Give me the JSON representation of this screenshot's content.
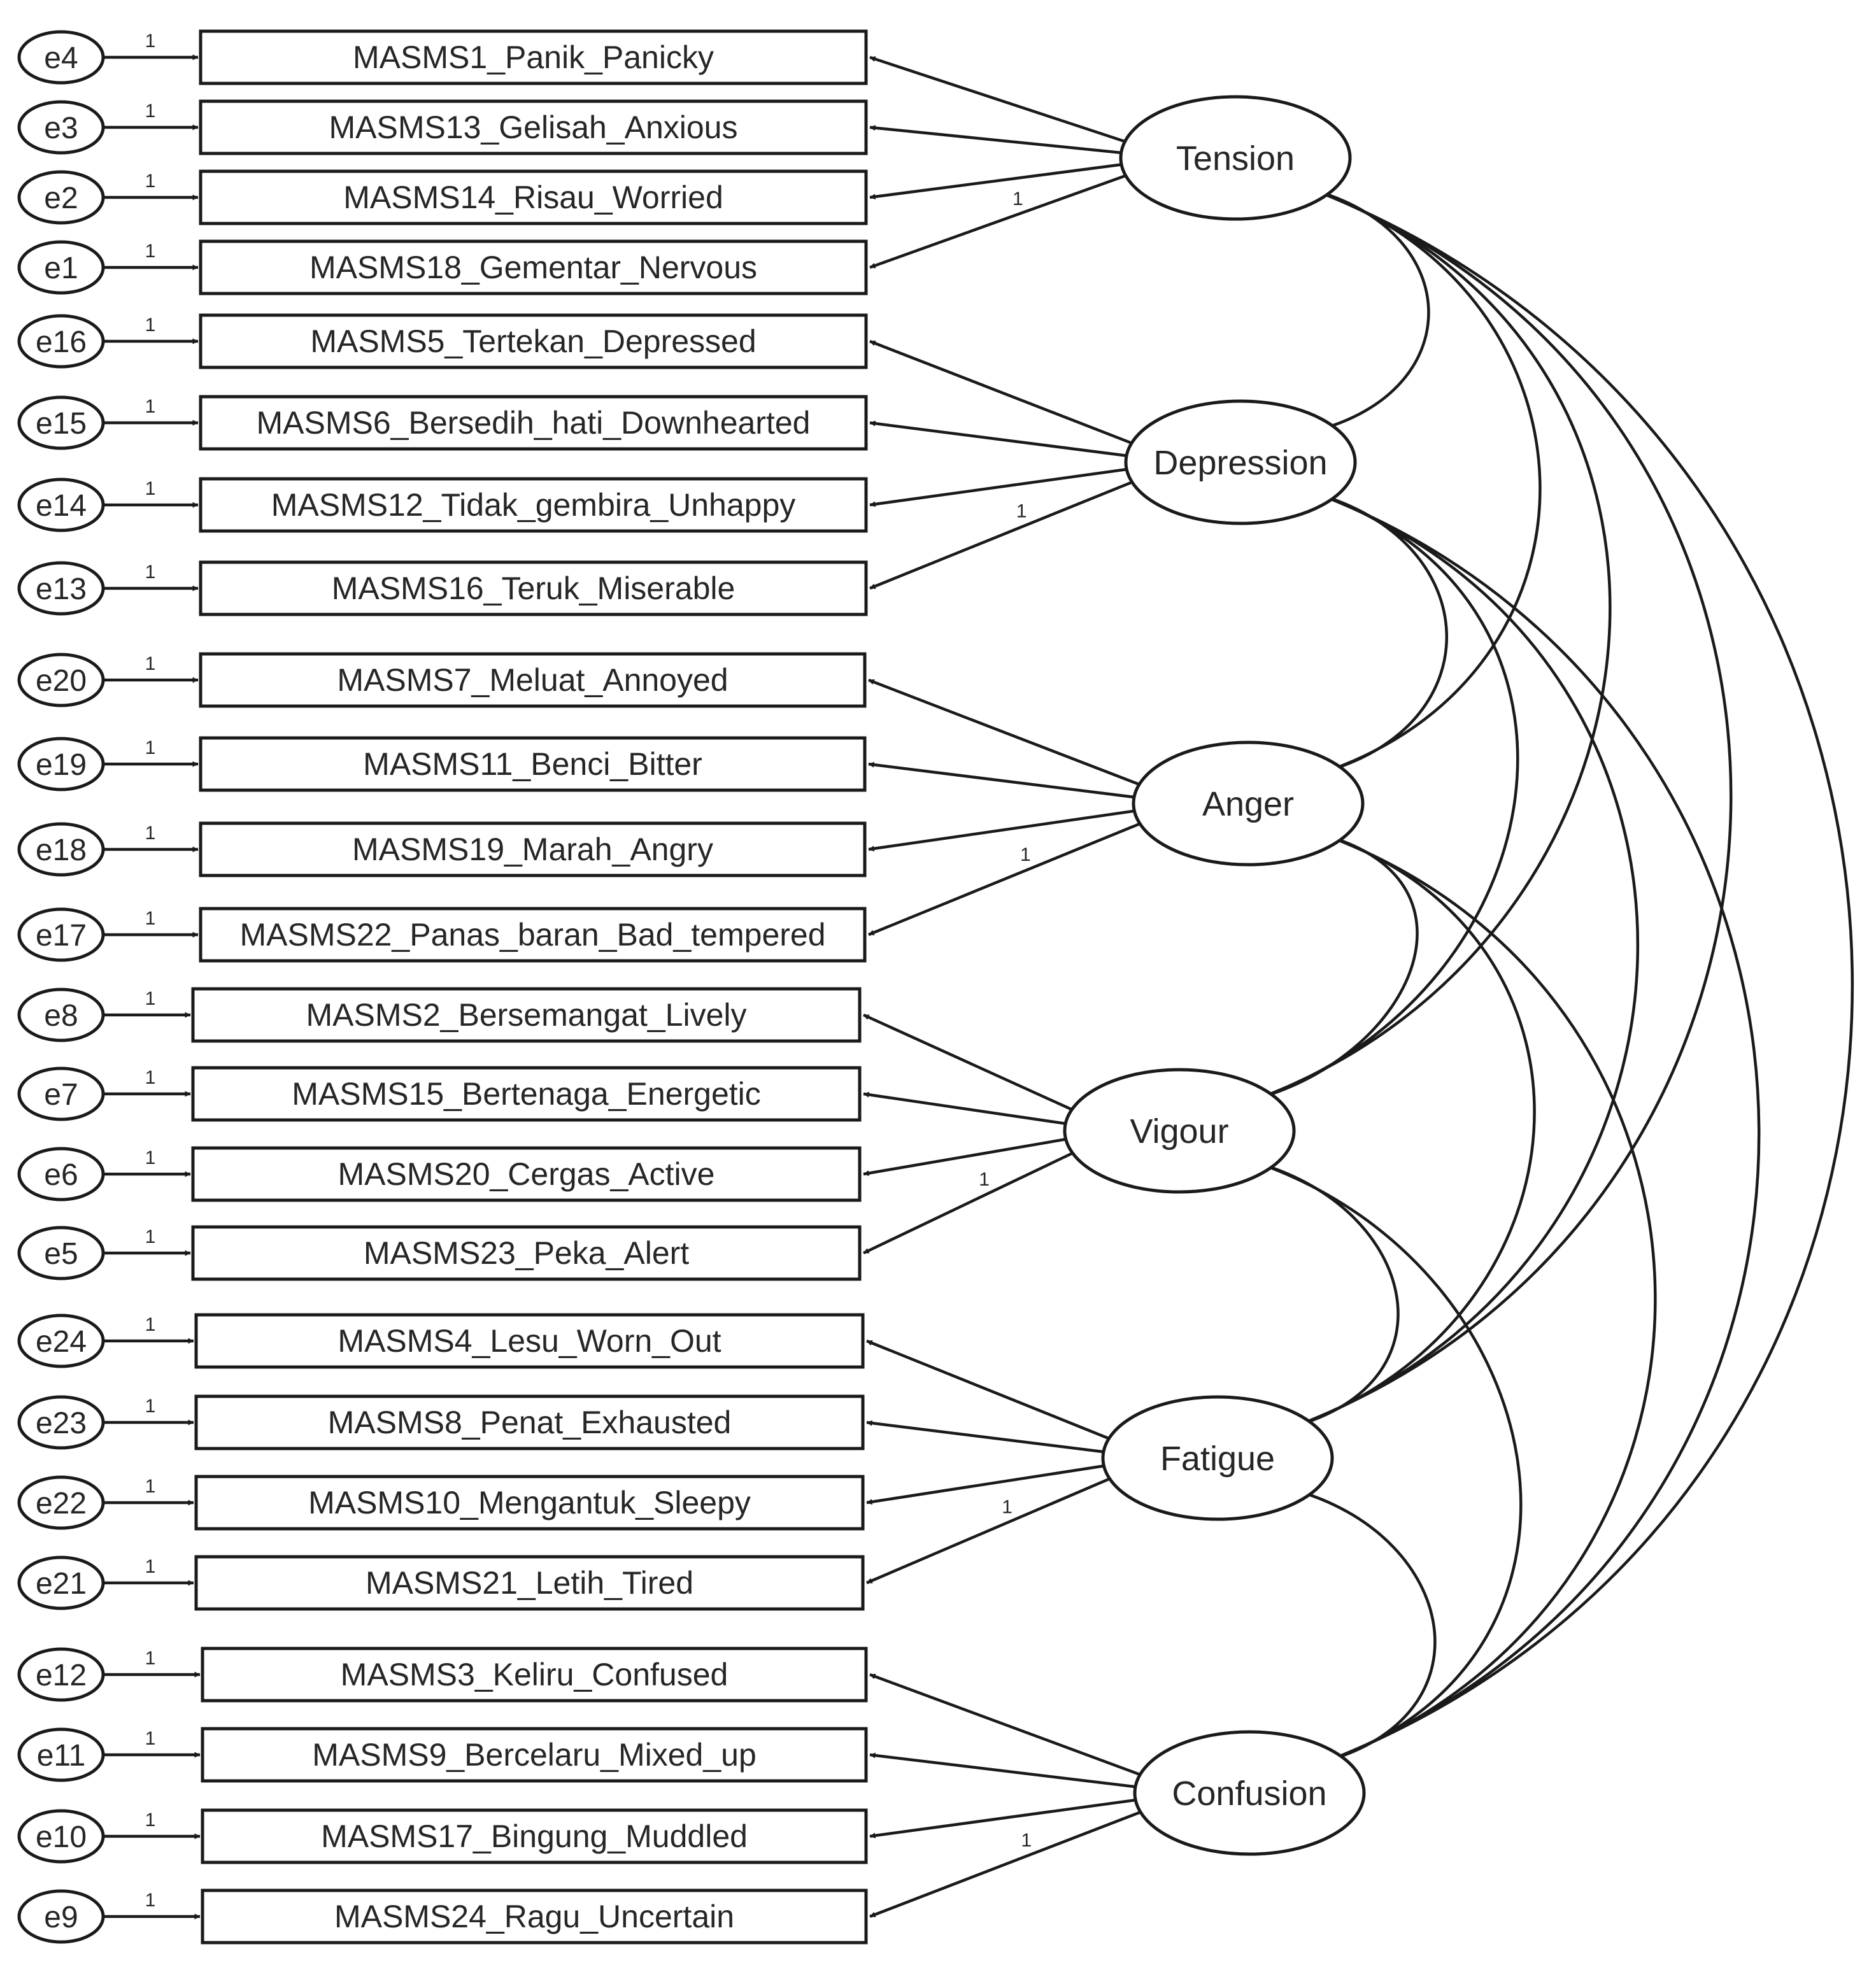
{
  "diagram": {
    "factors": [
      {
        "name": "Tension",
        "items": [
          {
            "label": "MASMS1_Panik_Panicky",
            "error": "e4"
          },
          {
            "label": "MASMS13_Gelisah_Anxious",
            "error": "e3"
          },
          {
            "label": "MASMS14_Risau_Worried",
            "error": "e2"
          },
          {
            "label": "MASMS18_Gementar_Nervous",
            "error": "e1"
          }
        ]
      },
      {
        "name": "Depression",
        "items": [
          {
            "label": "MASMS5_Tertekan_Depressed",
            "error": "e16"
          },
          {
            "label": "MASMS6_Bersedih_hati_Downhearted",
            "error": "e15"
          },
          {
            "label": "MASMS12_Tidak_gembira_Unhappy",
            "error": "e14"
          },
          {
            "label": "MASMS16_Teruk_Miserable",
            "error": "e13"
          }
        ]
      },
      {
        "name": "Anger",
        "items": [
          {
            "label": "MASMS7_Meluat_Annoyed",
            "error": "e20"
          },
          {
            "label": "MASMS11_Benci_Bitter",
            "error": "e19"
          },
          {
            "label": "MASMS19_Marah_Angry",
            "error": "e18"
          },
          {
            "label": "MASMS22_Panas_baran_Bad_tempered",
            "error": "e17"
          }
        ]
      },
      {
        "name": "Vigour",
        "items": [
          {
            "label": "MASMS2_Bersemangat_Lively",
            "error": "e8"
          },
          {
            "label": "MASMS15_Bertenaga_Energetic",
            "error": "e7"
          },
          {
            "label": "MASMS20_Cergas_Active",
            "error": "e6"
          },
          {
            "label": "MASMS23_Peka_Alert",
            "error": "e5"
          }
        ]
      },
      {
        "name": "Fatigue",
        "items": [
          {
            "label": "MASMS4_Lesu_Worn_Out",
            "error": "e24"
          },
          {
            "label": "MASMS8_Penat_Exhausted",
            "error": "e23"
          },
          {
            "label": "MASMS10_Mengantuk_Sleepy",
            "error": "e22"
          },
          {
            "label": "MASMS21_Letih_Tired",
            "error": "e21"
          }
        ]
      },
      {
        "name": "Confusion",
        "items": [
          {
            "label": "MASMS3_Keliru_Confused",
            "error": "e12"
          },
          {
            "label": "MASMS9_Bercelaru_Mixed_up",
            "error": "e11"
          },
          {
            "label": "MASMS17_Bingung_Muddled",
            "error": "e10"
          },
          {
            "label": "MASMS24_Ragu_Uncertain",
            "error": "e9"
          }
        ]
      }
    ],
    "fixed_parameter": "1",
    "covariances": [
      [
        "Tension",
        "Depression"
      ],
      [
        "Tension",
        "Anger"
      ],
      [
        "Tension",
        "Vigour"
      ],
      [
        "Tension",
        "Fatigue"
      ],
      [
        "Tension",
        "Confusion"
      ],
      [
        "Depression",
        "Anger"
      ],
      [
        "Depression",
        "Vigour"
      ],
      [
        "Depression",
        "Fatigue"
      ],
      [
        "Depression",
        "Confusion"
      ],
      [
        "Anger",
        "Vigour"
      ],
      [
        "Anger",
        "Fatigue"
      ],
      [
        "Anger",
        "Confusion"
      ],
      [
        "Vigour",
        "Fatigue"
      ],
      [
        "Vigour",
        "Confusion"
      ],
      [
        "Fatigue",
        "Confusion"
      ]
    ]
  }
}
